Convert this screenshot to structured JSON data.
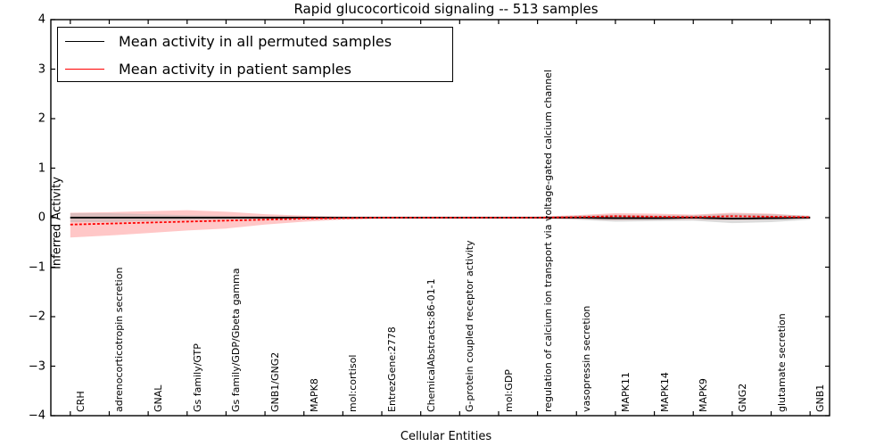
{
  "chart_data": {
    "type": "line",
    "title": "Rapid glucocorticoid signaling -- 513 samples",
    "xlabel": "Cellular Entities",
    "ylabel": "Inferred Activity",
    "ylim": [
      -4,
      4
    ],
    "yticks": [
      -4,
      -3,
      -2,
      -1,
      0,
      1,
      2,
      3,
      4
    ],
    "ytick_labels": [
      "−4",
      "−3",
      "−2",
      "−1",
      "0",
      "1",
      "2",
      "3",
      "4"
    ],
    "grid": false,
    "legend_position": "upper left",
    "categories": [
      "CRH",
      "adrenocorticotropin secretion",
      "GNAL",
      "Gs family/GTP",
      "Gs family/GDP/Gbeta gamma",
      "GNB1/GNG2",
      "MAPK8",
      "mol:cortisol",
      "EntrezGene:2778",
      "ChemicalAbstracts:86-01-1",
      "G-protein coupled receptor activity",
      "mol:GDP",
      "regulation of calcium ion transport via voltage-gated calcium channel",
      "vasopressin secretion",
      "MAPK11",
      "MAPK14",
      "MAPK9",
      "GNG2",
      "glutamate secretion",
      "GNB1"
    ],
    "series": [
      {
        "name": "Mean activity in all permuted samples",
        "color": "#000000",
        "values": [
          0.0,
          0.0,
          0.0,
          0.0,
          0.0,
          0.0,
          0.0,
          0.0,
          0.0,
          0.0,
          0.0,
          0.0,
          0.0,
          0.0,
          -0.01,
          -0.01,
          0.0,
          -0.02,
          -0.01,
          0.0
        ],
        "band_upper": [
          0.09,
          0.09,
          0.07,
          0.05,
          0.04,
          0.03,
          0.02,
          0.02,
          0.02,
          0.02,
          0.02,
          0.02,
          0.02,
          0.04,
          0.06,
          0.05,
          0.05,
          0.08,
          0.07,
          0.04
        ],
        "band_lower": [
          -0.09,
          -0.09,
          -0.07,
          -0.05,
          -0.04,
          -0.03,
          -0.02,
          -0.02,
          -0.02,
          -0.02,
          -0.02,
          -0.02,
          -0.02,
          -0.04,
          -0.08,
          -0.07,
          -0.06,
          -0.11,
          -0.09,
          -0.04
        ],
        "band_color": "#b0b0b0"
      },
      {
        "name": "Mean activity in patient samples",
        "color": "#ff0000",
        "values": [
          -0.14,
          -0.12,
          -0.1,
          -0.08,
          -0.06,
          -0.04,
          -0.02,
          -0.01,
          0.0,
          0.0,
          0.0,
          0.0,
          0.0,
          0.01,
          0.03,
          0.02,
          0.01,
          0.03,
          0.02,
          0.01
        ],
        "band_upper": [
          0.1,
          0.11,
          0.13,
          0.15,
          0.12,
          0.07,
          0.04,
          0.02,
          0.01,
          0.01,
          0.01,
          0.01,
          0.02,
          0.05,
          0.09,
          0.08,
          0.06,
          0.1,
          0.08,
          0.03
        ],
        "band_lower": [
          -0.4,
          -0.36,
          -0.31,
          -0.26,
          -0.22,
          -0.14,
          -0.08,
          -0.04,
          -0.02,
          -0.01,
          -0.01,
          -0.01,
          -0.02,
          -0.03,
          -0.05,
          -0.04,
          -0.04,
          -0.05,
          -0.04,
          -0.02
        ],
        "band_color": "#ff9999"
      }
    ]
  },
  "legend": {
    "entries": [
      {
        "label": "Mean activity in all permuted samples"
      },
      {
        "label": "Mean activity in patient samples"
      }
    ]
  }
}
